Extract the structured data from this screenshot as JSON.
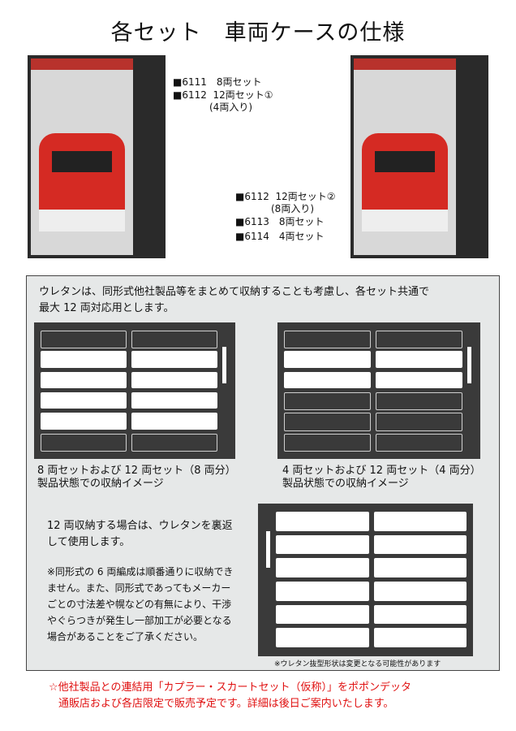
{
  "title": "各セット　車両ケースの仕様",
  "products_left": [
    "■6111　8両セット",
    "■6112  12両セット①",
    "(4両入り)"
  ],
  "products_right": [
    "■6112  12両セット②",
    "(8両入り)",
    "■6113　8両セット",
    "■6114　4両セット"
  ],
  "intro": [
    "ウレタンは、同形式他社製品等をまとめて収納することも考慮し、各セット共通で",
    "最大 12 両対応用とします。"
  ],
  "caption_left": [
    "8 両セットおよび 12 両セット（8 両分）",
    "製品状態での収納イメージ"
  ],
  "caption_right": [
    "4 両セットおよび 12 両セット（4 両分）",
    "製品状態での収納イメージ"
  ],
  "reverse_text": [
    "12 両収納する場合は、ウレタンを裏返",
    "して使用します。"
  ],
  "caution": [
    "※同形式の 6 両編成は順番通りに収納でき",
    "ません。また、同形式であってもメーカー",
    "ごとの寸法差や幌などの有無により、干渉",
    "やぐらつきが発生し一部加工が必要となる",
    "場合があることをご了承ください。"
  ],
  "tray_note": "※ウレタン抜型形状は変更となる可能性があります",
  "footer_note": [
    "☆他社製品との連結用「カプラー・スカートセット（仮称）」をポポンデッタ",
    "通販店および各店限定で販売予定です。詳細は後日ご案内いたします。"
  ],
  "trays": {
    "left": [
      "d",
      "w",
      "w",
      "w",
      "w",
      "d"
    ],
    "right": [
      "d",
      "w",
      "w",
      "d",
      "d",
      "d"
    ],
    "bottom": [
      "w",
      "w",
      "w",
      "w",
      "w",
      "w"
    ]
  }
}
